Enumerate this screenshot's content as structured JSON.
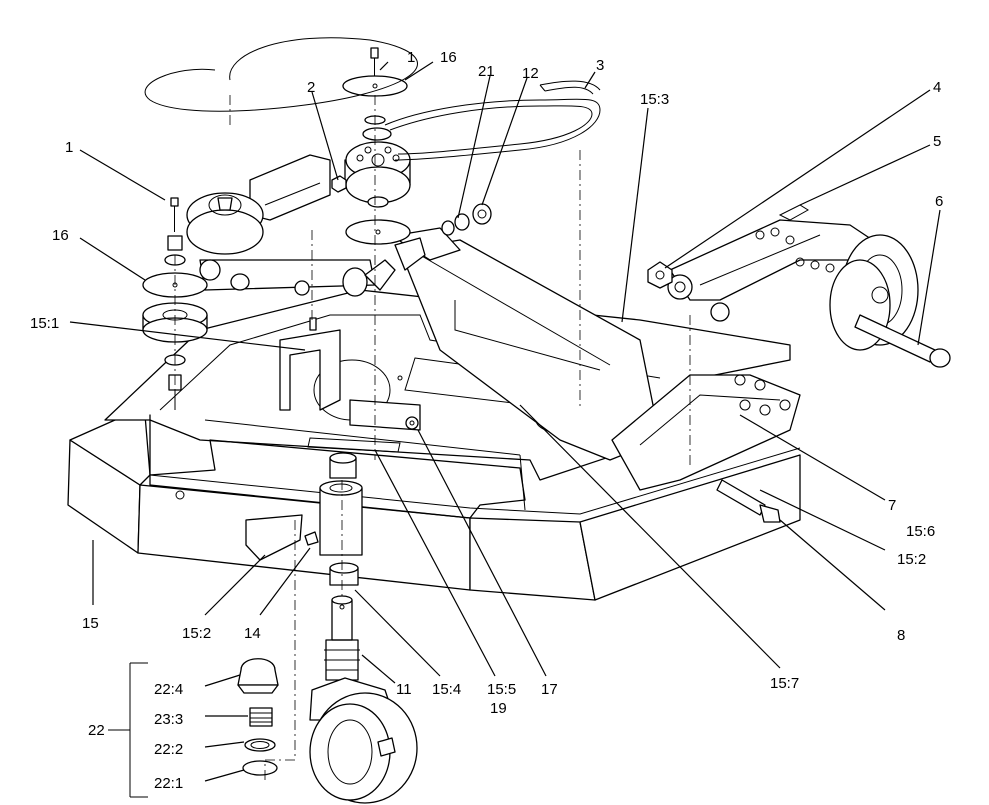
{
  "callouts": {
    "c_1_top": "1",
    "c_16_top": "16",
    "c_21": "21",
    "c_12": "12",
    "c_3": "3",
    "c_15_3": "15:3",
    "c_2": "2",
    "c_4": "4",
    "c_5": "5",
    "c_6": "6",
    "c_1_left": "1",
    "c_16_left": "16",
    "c_15_1": "15:1",
    "c_7": "7",
    "c_15_6": "15:6",
    "c_15_2_right": "15:2",
    "c_8": "8",
    "c_15": "15",
    "c_15_2_left": "15:2",
    "c_14": "14",
    "c_15_4": "15:4",
    "c_15_5": "15:5",
    "c_19": "19",
    "c_17": "17",
    "c_15_7": "15:7",
    "c_11": "11",
    "c_22": "22",
    "c_22_4": "22:4",
    "c_23_3": "23:3",
    "c_22_2": "22:2",
    "c_22_1": "22:1"
  }
}
